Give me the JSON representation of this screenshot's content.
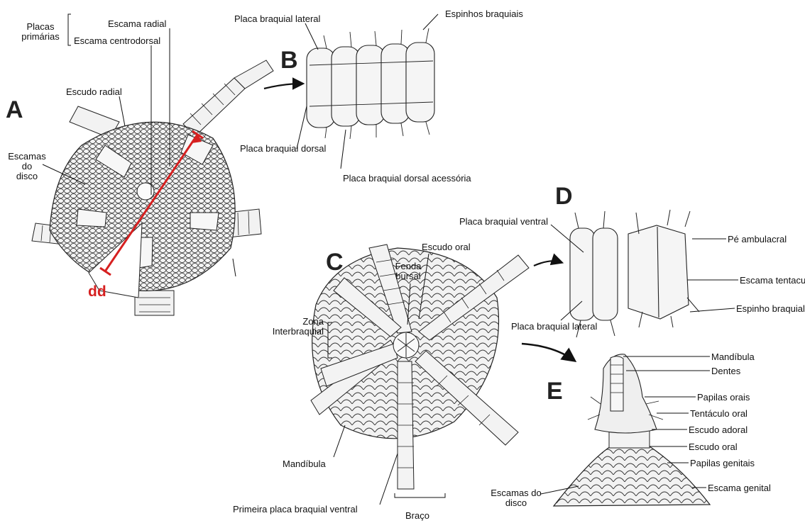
{
  "figure": {
    "panels": {
      "a": "A",
      "b": "B",
      "c": "C",
      "d": "D",
      "e": "E"
    },
    "measure_label": "dd",
    "colors": {
      "ink": "#111111",
      "plate": "#efefef",
      "measure": "#d62020"
    },
    "panel_a": {
      "group_label": [
        "Placas",
        "primárias"
      ],
      "escama_radial": "Escama radial",
      "escama_centrodorsal": "Escama centrodorsal",
      "escudo_radial": "Escudo radial",
      "escamas_disco": [
        "Escamas",
        "do",
        "disco"
      ]
    },
    "panel_b": {
      "placa_lateral": "Placa braquial lateral",
      "espinhos": "Espinhos braquiais",
      "placa_dorsal": "Placa braquial dorsal",
      "placa_dorsal_acessoria": "Placa braquial dorsal acessória"
    },
    "panel_c": {
      "escudo_oral": "Escudo oral",
      "fenda_bursal": [
        "Fenda",
        "bursal"
      ],
      "zona_interbraquial": [
        "Zona",
        "Interbraquial"
      ],
      "mandibula": "Mandíbula",
      "primeira_placa": "Primeira placa braquial ventral",
      "braco": "Braço"
    },
    "panel_d": {
      "placa_ventral": "Placa braquial ventral",
      "pe_ambulacral": "Pé ambulacral",
      "escama_tentacular": "Escama tentacular",
      "espinho_braquial": "Espinho braquial",
      "placa_lateral": "Placa braquial lateral"
    },
    "panel_e": {
      "mandibula": "Mandíbula",
      "dentes": "Dentes",
      "papilas_orais": "Papilas orais",
      "tentaculo_oral": "Tentáculo oral",
      "escudo_adoral": "Escudo adoral",
      "escudo_oral": "Escudo oral",
      "papilas_genitais": "Papilas genitais",
      "escama_genital": "Escama genital",
      "escamas_disco": [
        "Escamas do",
        "disco"
      ]
    }
  }
}
